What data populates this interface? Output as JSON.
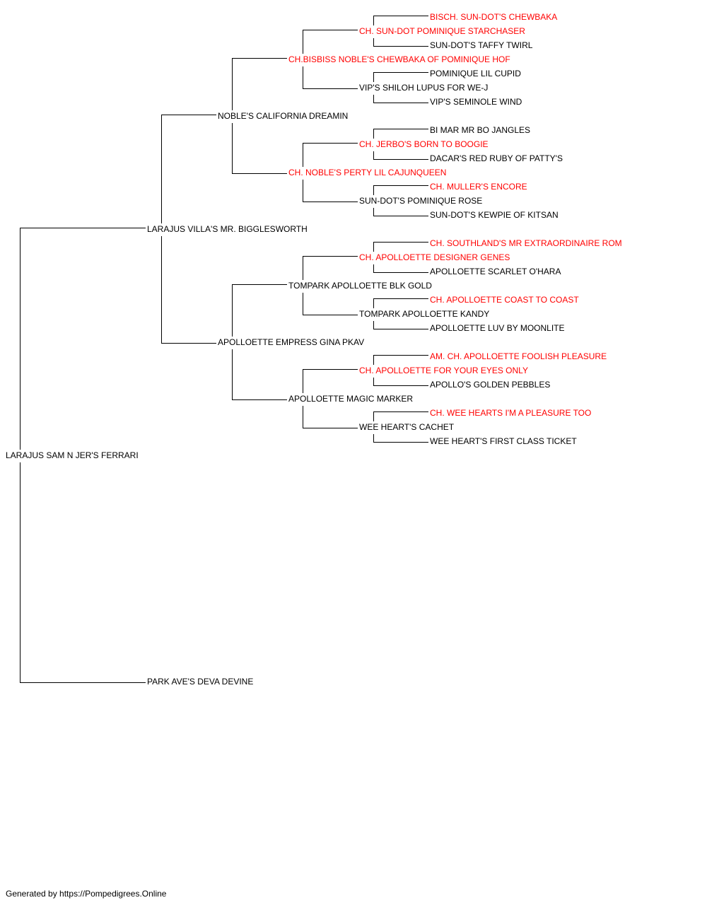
{
  "pedigree": {
    "subject": {
      "name": "LARAJUS SAM N JER'S FERRARI",
      "champion": false
    },
    "sire": {
      "name": "LARAJUS VILLA'S MR. BIGGLESWORTH",
      "champion": false
    },
    "dam": {
      "name": "PARK AVE'S DEVA DEVINE",
      "champion": false
    },
    "sire_sire": {
      "name": "NOBLE'S CALIFORNIA DREAMIN",
      "champion": false
    },
    "sire_dam": {
      "name": "APOLLOETTE EMPRESS GINA PKAV",
      "champion": false
    },
    "sire_sire_sire": {
      "name": "CH.BISBISS NOBLE'S CHEWBAKA OF POMINIQUE HOF",
      "champion": true
    },
    "sire_sire_dam": {
      "name": "CH. NOBLE'S PERTY LIL CAJUNQUEEN",
      "champion": true
    },
    "sire_dam_sire": {
      "name": "TOMPARK APOLLOETTE BLK GOLD",
      "champion": false
    },
    "sire_dam_dam": {
      "name": "APOLLOETTE MAGIC MARKER",
      "champion": false
    },
    "sire_sire_sire_sire": {
      "name": "CH. SUN-DOT POMINIQUE STARCHASER",
      "champion": true
    },
    "sire_sire_sire_dam": {
      "name": "VIP'S SHILOH LUPUS FOR WE-J",
      "champion": false
    },
    "sire_sire_dam_sire": {
      "name": "CH. JERBO'S BORN TO BOOGIE",
      "champion": true
    },
    "sire_sire_dam_dam": {
      "name": "SUN-DOT'S POMINIQUE ROSE",
      "champion": false
    },
    "sire_dam_sire_sire": {
      "name": "CH. APOLLOETTE DESIGNER GENES",
      "champion": true
    },
    "sire_dam_sire_dam": {
      "name": "TOMPARK APOLLOETTE KANDY",
      "champion": false
    },
    "sire_dam_dam_sire": {
      "name": "CH. APOLLOETTE FOR YOUR EYES ONLY",
      "champion": true
    },
    "sire_dam_dam_dam": {
      "name": "WEE HEART'S CACHET",
      "champion": false
    },
    "sire_sire_sire_sire_sire": {
      "name": "BISCH. SUN-DOT'S CHEWBAKA",
      "champion": true
    },
    "sire_sire_sire_sire_dam": {
      "name": "SUN-DOT'S TAFFY TWIRL",
      "champion": false
    },
    "sire_sire_sire_dam_sire": {
      "name": "POMINIQUE LIL CUPID",
      "champion": false
    },
    "sire_sire_sire_dam_dam": {
      "name": "VIP'S SEMINOLE WIND",
      "champion": false
    },
    "sire_sire_dam_sire_sire": {
      "name": "BI MAR MR BO JANGLES",
      "champion": false
    },
    "sire_sire_dam_sire_dam": {
      "name": "DACAR'S RED RUBY OF PATTY'S",
      "champion": false
    },
    "sire_sire_dam_dam_sire": {
      "name": "CH. MULLER'S ENCORE",
      "champion": true
    },
    "sire_sire_dam_dam_dam": {
      "name": "SUN-DOT'S KEWPIE OF KITSAN",
      "champion": false
    },
    "sire_dam_sire_sire_sire": {
      "name": "CH. SOUTHLAND'S MR EXTRAORDINAIRE ROM",
      "champion": true
    },
    "sire_dam_sire_sire_dam": {
      "name": "APOLLOETTE SCARLET O'HARA",
      "champion": false
    },
    "sire_dam_sire_dam_sire": {
      "name": "CH. APOLLOETTE COAST TO COAST",
      "champion": true
    },
    "sire_dam_sire_dam_dam": {
      "name": "APOLLOETTE LUV BY MOONLITE",
      "champion": false
    },
    "sire_dam_dam_sire_sire": {
      "name": "AM. CH. APOLLOETTE FOOLISH PLEASURE",
      "champion": true
    },
    "sire_dam_dam_sire_dam": {
      "name": "APOLLO'S GOLDEN PEBBLES",
      "champion": false
    },
    "sire_dam_dam_dam_sire": {
      "name": "CH. WEE HEARTS I'M A PLEASURE TOO",
      "champion": true
    },
    "sire_dam_dam_dam_dam": {
      "name": "WEE HEART'S FIRST CLASS TICKET",
      "champion": false
    }
  },
  "colors": {
    "champion": "#ff0000",
    "regular": "#000000",
    "connector": "#000000"
  },
  "footer": {
    "text": "Generated by https://Pompedigrees.Online"
  }
}
